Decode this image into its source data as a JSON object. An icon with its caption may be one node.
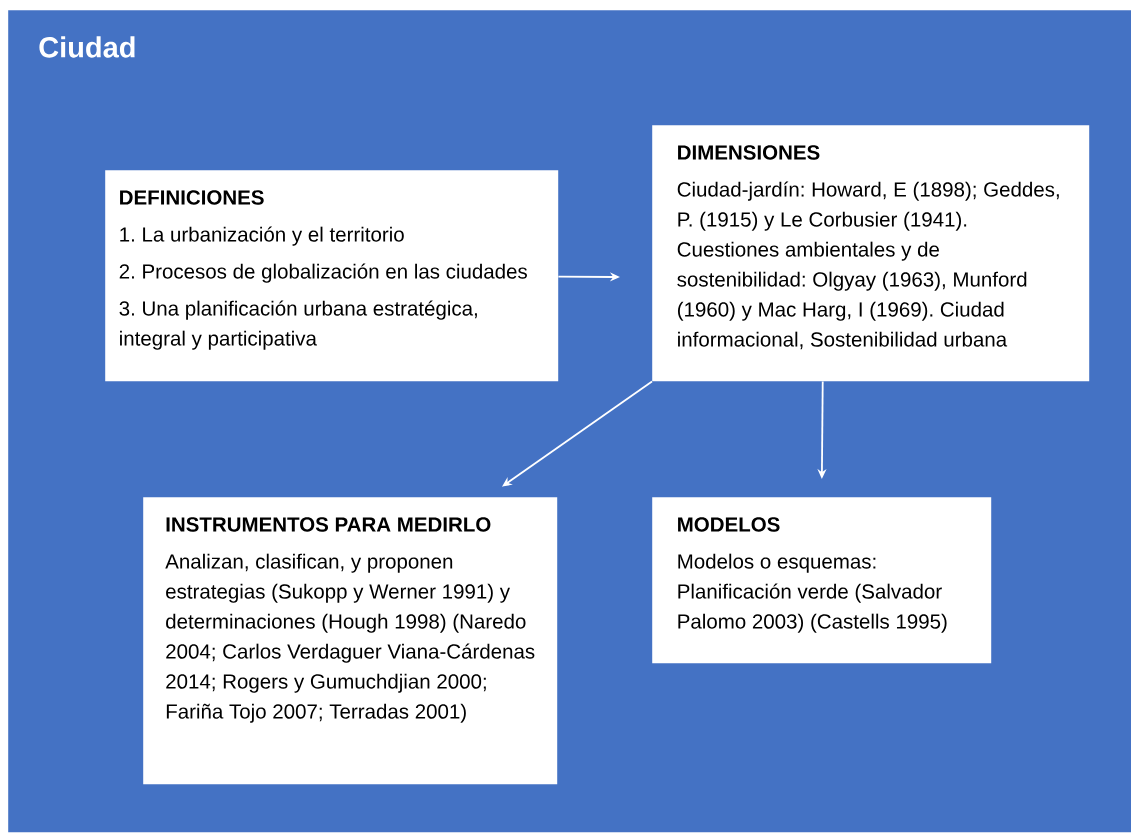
{
  "diagram": {
    "nodes": [
      {
        "text": [
          "Ciudad"
        ]
      },
      {
        "text": [
          "DEFINICIONES",
          "1. La urbanización y el territorio",
          "2. Procesos de globalización en las ciudades",
          "3. Una planificación urbana estratégica, integral y participativa"
        ],
        "in": 0
      },
      {
        "text": [
          "DIMENSIONES",
          "Ciudad-jardín: Howard, E (1898); Geddes, P. (1915) y Le Corbusier (1941). Cuestiones ambientales y de sostenibilidad: Olgyay (1963), Munford (1960) y Mac Harg, I (1969). Ciudad informacional, Sostenibilidad urbana"
        ],
        "in": 0
      },
      {
        "text": [
          "INSTRUMENTOS PARA MEDIRLO",
          "Analizan, clasifican, y proponen estrategias (Sukopp y Werner 1991) y determinaciones (Hough 1998) (Naredo 2004; Carlos Verdaguer Viana-Cárdenas 2014; Rogers y Gumuchdjian 2000; Fariña Tojo 2007; Terradas 2001)"
        ],
        "in": 0
      },
      {
        "text": [
          "MODELOS",
          "Modelos o esquemas: Planificación verde (Salvador Palomo 2003) (Castells 1995)"
        ],
        "in": 0
      }
    ],
    "edges": [
      {
        "from": 1,
        "to": 2,
        "arrow": "to"
      },
      {
        "from": 2,
        "to": 3,
        "arrow": "to"
      },
      {
        "from": 2,
        "to": 4,
        "arrow": "to"
      }
    ]
  }
}
